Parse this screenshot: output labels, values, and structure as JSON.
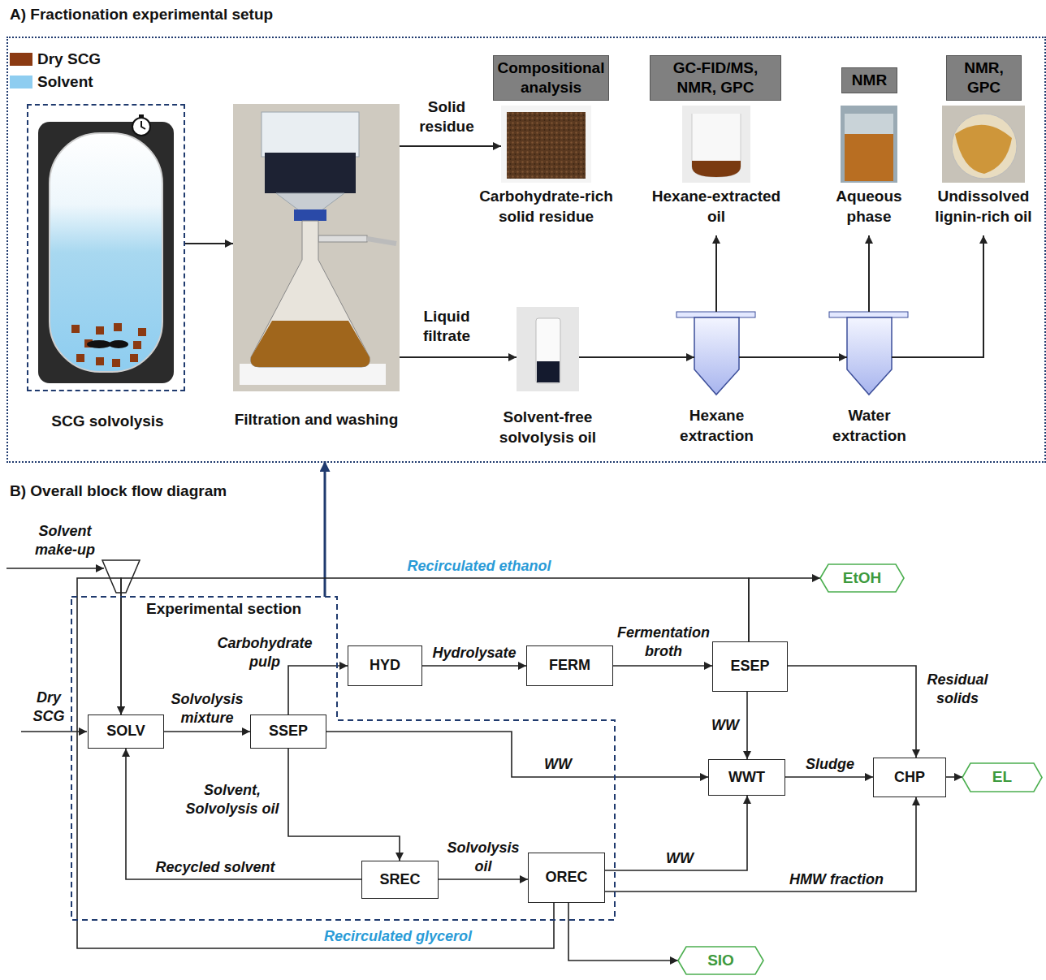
{
  "diagram": {
    "nodes": [
      {
        "text": [
          "A) Fractionation experimental setup"
        ]
      },
      {
        "text": [
          "SCG solvolysis"
        ],
        "in": 0
      },
      {
        "text": [
          "Filtration and washing"
        ],
        "in": 0
      },
      {
        "text": [
          "Compositional analysis"
        ],
        "in": 0
      },
      {
        "text": [
          "Carbohydrate-rich solid residue"
        ],
        "in": 0
      },
      {
        "text": [
          "GC-FID/MS, NMR, GPC"
        ],
        "in": 0
      },
      {
        "text": [
          "Hexane-extracted oil"
        ],
        "in": 0
      },
      {
        "text": [
          "NMR"
        ],
        "in": 0
      },
      {
        "text": [
          "Aqueous phase"
        ],
        "in": 0
      },
      {
        "text": [
          "NMR, GPC"
        ],
        "in": 0
      },
      {
        "text": [
          "Undissolved lignin-rich oil"
        ],
        "in": 0
      },
      {
        "text": [
          "Solvent-free solvolysis oil"
        ],
        "in": 0
      },
      {
        "text": [
          "Hexane extraction"
        ],
        "in": 0
      },
      {
        "text": [
          "Water extraction"
        ],
        "in": 0
      },
      {
        "text": [
          "Experimental section"
        ]
      },
      {
        "text": [
          "SOLV"
        ],
        "in": 14
      },
      {
        "text": [
          "SSEP"
        ],
        "in": 14
      },
      {
        "text": [
          "SREC"
        ],
        "in": 14
      },
      {
        "text": [
          "OREC"
        ],
        "in": 14
      },
      {
        "text": [
          "HYD"
        ]
      },
      {
        "text": [
          "FERM"
        ]
      },
      {
        "text": [
          "ESEP"
        ]
      },
      {
        "text": [
          "WWT"
        ]
      },
      {
        "text": [
          "CHP"
        ]
      },
      {
        "text": [
          "EtOH"
        ]
      },
      {
        "text": [
          "EL"
        ]
      },
      {
        "text": [
          "SIO"
        ]
      }
    ],
    "edges": [
      {
        "from": 1,
        "to": 2,
        "arrow": "to"
      },
      {
        "from": 2,
        "to": 4,
        "label": "Solid residue",
        "arrow": "to"
      },
      {
        "from": 2,
        "to": 11,
        "label": "Liquid filtrate",
        "arrow": "to"
      },
      {
        "from": 11,
        "to": 12,
        "arrow": "to"
      },
      {
        "from": 12,
        "to": 6,
        "arrow": "to"
      },
      {
        "from": 12,
        "to": 13,
        "arrow": "to"
      },
      {
        "from": 13,
        "to": 8,
        "arrow": "to"
      },
      {
        "from": 13,
        "to": 10,
        "arrow": "to"
      },
      {
        "from": 14,
        "to": 0,
        "arrow": "to"
      },
      {
        "from": 15,
        "to": 16,
        "label": "Solvolysis mixture",
        "arrow": "to"
      },
      {
        "from": 16,
        "to": 19,
        "label": "Carbohydrate pulp",
        "arrow": "to"
      },
      {
        "from": 19,
        "to": 20,
        "label": "Hydrolysate",
        "arrow": "to"
      },
      {
        "from": 20,
        "to": 21,
        "label": "Fermentation broth",
        "arrow": "to"
      },
      {
        "from": 21,
        "to": 24,
        "arrow": "to"
      },
      {
        "from": 21,
        "to": 15,
        "label": "Recirculated ethanol",
        "arrow": "to"
      },
      {
        "from": 21,
        "to": 22,
        "label": "WW",
        "arrow": "to"
      },
      {
        "from": 21,
        "to": 23,
        "label": "Residual solids",
        "arrow": "to"
      },
      {
        "from": 16,
        "to": 22,
        "label": "WW",
        "arrow": "to"
      },
      {
        "from": 16,
        "to": 17,
        "label": "Solvent, Solvolysis oil",
        "arrow": "to"
      },
      {
        "from": 17,
        "to": 15,
        "label": "Recycled solvent",
        "arrow": "to"
      },
      {
        "from": 17,
        "to": 18,
        "label": "Solvolysis oil",
        "arrow": "to"
      },
      {
        "from": 18,
        "to": 22,
        "label": "WW",
        "arrow": "to"
      },
      {
        "from": 18,
        "to": 23,
        "label": "HMW fraction",
        "arrow": "to"
      },
      {
        "from": 22,
        "to": 23,
        "label": "Sludge",
        "arrow": "to"
      },
      {
        "from": 23,
        "to": 25,
        "arrow": "to"
      },
      {
        "from": 18,
        "to": 26,
        "arrow": "to"
      },
      {
        "from": 18,
        "to": 15,
        "label": "Recirculated glycerol",
        "arrow": "to"
      }
    ],
    "labels": [
      "B) Overall block flow diagram",
      "Solvent make-up",
      "Dry SCG"
    ],
    "legend": [
      {
        "text": "Dry SCG",
        "color": "#8b3a12"
      },
      {
        "text": "Solvent",
        "color": "#8ecdf0"
      }
    ]
  }
}
